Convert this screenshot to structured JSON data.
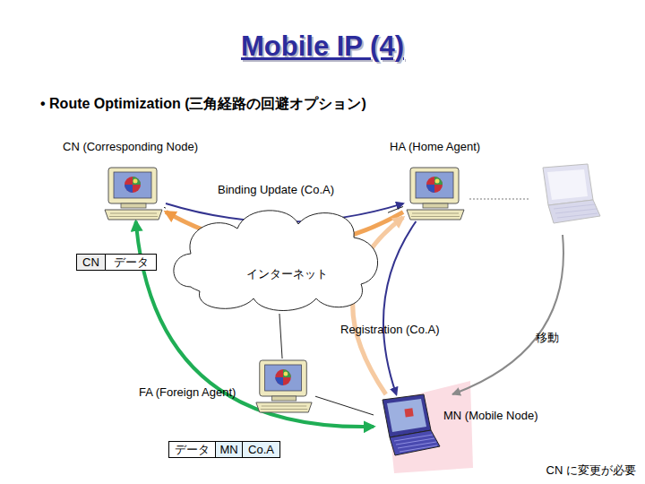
{
  "diagram": {
    "title": "Mobile IP (4)",
    "nodes": [
      {
        "text": [
          "CN (Corresponding Node)"
        ]
      },
      {
        "text": [
          "HA (Home Agent)"
        ]
      },
      {
        "text": [
          "インターネット"
        ]
      },
      {
        "text": [
          "FA (Foreign Agent)"
        ]
      },
      {
        "text": [
          "MN (Mobile Node)"
        ]
      }
    ],
    "edges": [
      {
        "from": 0,
        "to": 1,
        "arrow": "to"
      },
      {
        "from": 1,
        "to": 0,
        "arrow": "to",
        "label": "Binding Update (Co.A)"
      },
      {
        "from": 0,
        "to": 4,
        "arrow": "both"
      },
      {
        "from": 4,
        "to": 1,
        "arrow": "to",
        "label": "Registration (Co.A)"
      },
      {
        "from": 1,
        "to": 4,
        "arrow": "to"
      },
      {
        "from": 2,
        "to": 0,
        "arrow": "none"
      },
      {
        "from": 2,
        "to": 1,
        "arrow": "none"
      },
      {
        "from": 2,
        "to": 3,
        "arrow": "none"
      },
      {
        "from": 3,
        "to": 4,
        "arrow": "none"
      }
    ],
    "labels": [
      "• Route Optimization (三角経路の回避オプション)",
      "CN",
      "データ",
      "移動",
      "データ",
      "MN",
      "Co.A",
      "CN に変更が必要"
    ]
  }
}
